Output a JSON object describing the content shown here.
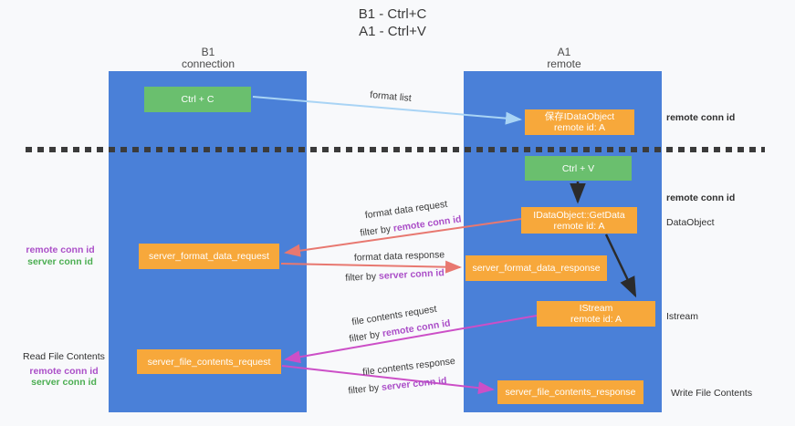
{
  "title": {
    "line1": "B1 - Ctrl+C",
    "line2": "A1 - Ctrl+V"
  },
  "lanes": {
    "left": {
      "name": "B1",
      "role": "connection"
    },
    "right": {
      "name": "A1",
      "role": "remote"
    }
  },
  "boxes": {
    "ctrl_c": {
      "label": "Ctrl + C"
    },
    "save_idataobject": {
      "line1": "保存IDataObject",
      "line2": "remote id: A"
    },
    "ctrl_v": {
      "label": "Ctrl + V"
    },
    "getdata": {
      "line1": "IDataObject::GetData",
      "line2": "remote id: A"
    },
    "server_format_data_request": {
      "label": "server_format_data_request"
    },
    "server_format_data_response": {
      "label": "server_format_data_response"
    },
    "istream": {
      "line1": "IStream",
      "line2": "remote id: A"
    },
    "server_file_contents_request": {
      "label": "server_file_contents_request"
    },
    "server_file_contents_response": {
      "label": "server_file_contents_response"
    }
  },
  "arrows": {
    "format_list": {
      "label": "format list"
    },
    "format_data_request": {
      "label": "format data request",
      "filter_prefix": "filter by ",
      "filter_value": "remote conn id"
    },
    "format_data_response": {
      "label": "format data response",
      "filter_prefix": "filter by ",
      "filter_value": "server conn id"
    },
    "file_contents_request": {
      "label": "file contents request",
      "filter_prefix": "filter by ",
      "filter_value": "remote conn id"
    },
    "file_contents_response": {
      "label": "file contents response",
      "filter_prefix": "filter by ",
      "filter_value": "server conn id"
    }
  },
  "annotations": {
    "remote_conn_id_top": "remote conn id",
    "remote_conn_id_mid": "remote conn id",
    "dataobject": "DataObject",
    "istream": "Istream",
    "write_file_contents": "Write File Contents",
    "read_file_contents": "Read File Contents",
    "format_left": {
      "remote": "remote conn id",
      "server": "server conn id"
    },
    "file_left": {
      "remote": "remote conn id",
      "server": "server conn id"
    }
  },
  "colors": {
    "lane_blue": "#4a80d8",
    "box_green": "#6abf6e",
    "box_orange": "#f7a83b",
    "arrow_salmon": "#e87870",
    "arrow_magenta": "#cc4fc7",
    "arrow_lightblue": "#a9d4f5",
    "arrow_black": "#2b2b2b",
    "divider_dark": "#3b3b3b",
    "label_purple": "#ab4fc8",
    "label_green": "#4cae52"
  }
}
